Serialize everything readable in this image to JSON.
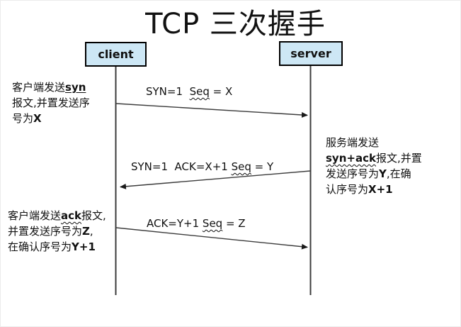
{
  "title": "TCP 三次握手",
  "colors": {
    "background": "#ffffff",
    "text": "#111111",
    "actor_fill": "#cde7f5",
    "actor_border": "#000000",
    "line": "#3c3c3c",
    "arrowhead": "#1a1a1a"
  },
  "actors": [
    {
      "id": "client",
      "label": "client"
    },
    {
      "id": "server",
      "label": "server"
    }
  ],
  "messages": [
    {
      "name": "syn",
      "from": "client",
      "to": "server",
      "label": [
        [
          {
            "t": "SYN=1  "
          },
          {
            "t": "Seq",
            "u": "wavy"
          },
          {
            "t": " = X"
          }
        ]
      ]
    },
    {
      "name": "syn-ack",
      "from": "server",
      "to": "client",
      "label": [
        [
          {
            "t": "SYN=1  ACK=X+1 "
          },
          {
            "t": "Seq",
            "u": "wavy"
          },
          {
            "t": " = Y"
          }
        ]
      ]
    },
    {
      "name": "ack",
      "from": "client",
      "to": "server",
      "label": [
        [
          {
            "t": "ACK=Y+1 "
          },
          {
            "t": "Seq",
            "u": "wavy"
          },
          {
            "t": " = Z"
          }
        ]
      ]
    }
  ],
  "annotations": [
    {
      "name": "client-syn-note",
      "lines": [
        [
          {
            "t": "客户端发送"
          },
          {
            "t": "syn",
            "b": 1,
            "u": "solid"
          }
        ],
        [
          {
            "t": "报文,并置发送序"
          }
        ],
        [
          {
            "t": "号为"
          },
          {
            "t": "X",
            "b": 1
          }
        ]
      ]
    },
    {
      "name": "server-synack-note",
      "lines": [
        [
          {
            "t": "服务端发送"
          }
        ],
        [
          {
            "t": "syn+ack",
            "b": 1,
            "u": "wavy"
          },
          {
            "t": "报文,并置"
          }
        ],
        [
          {
            "t": "发送序号为"
          },
          {
            "t": "Y",
            "b": 1
          },
          {
            "t": ",在确"
          }
        ],
        [
          {
            "t": "认序号为"
          },
          {
            "t": "X+1",
            "b": 1
          }
        ]
      ]
    },
    {
      "name": "client-ack-note",
      "lines": [
        [
          {
            "t": "客户端发送"
          },
          {
            "t": "ack",
            "b": 1,
            "u": "wavy"
          },
          {
            "t": "报文,"
          }
        ],
        [
          {
            "t": "并置发送序号为"
          },
          {
            "t": "Z",
            "b": 1
          },
          {
            "t": ","
          }
        ],
        [
          {
            "t": "在确认序号为"
          },
          {
            "t": "Y+1",
            "b": 1
          }
        ]
      ]
    }
  ]
}
